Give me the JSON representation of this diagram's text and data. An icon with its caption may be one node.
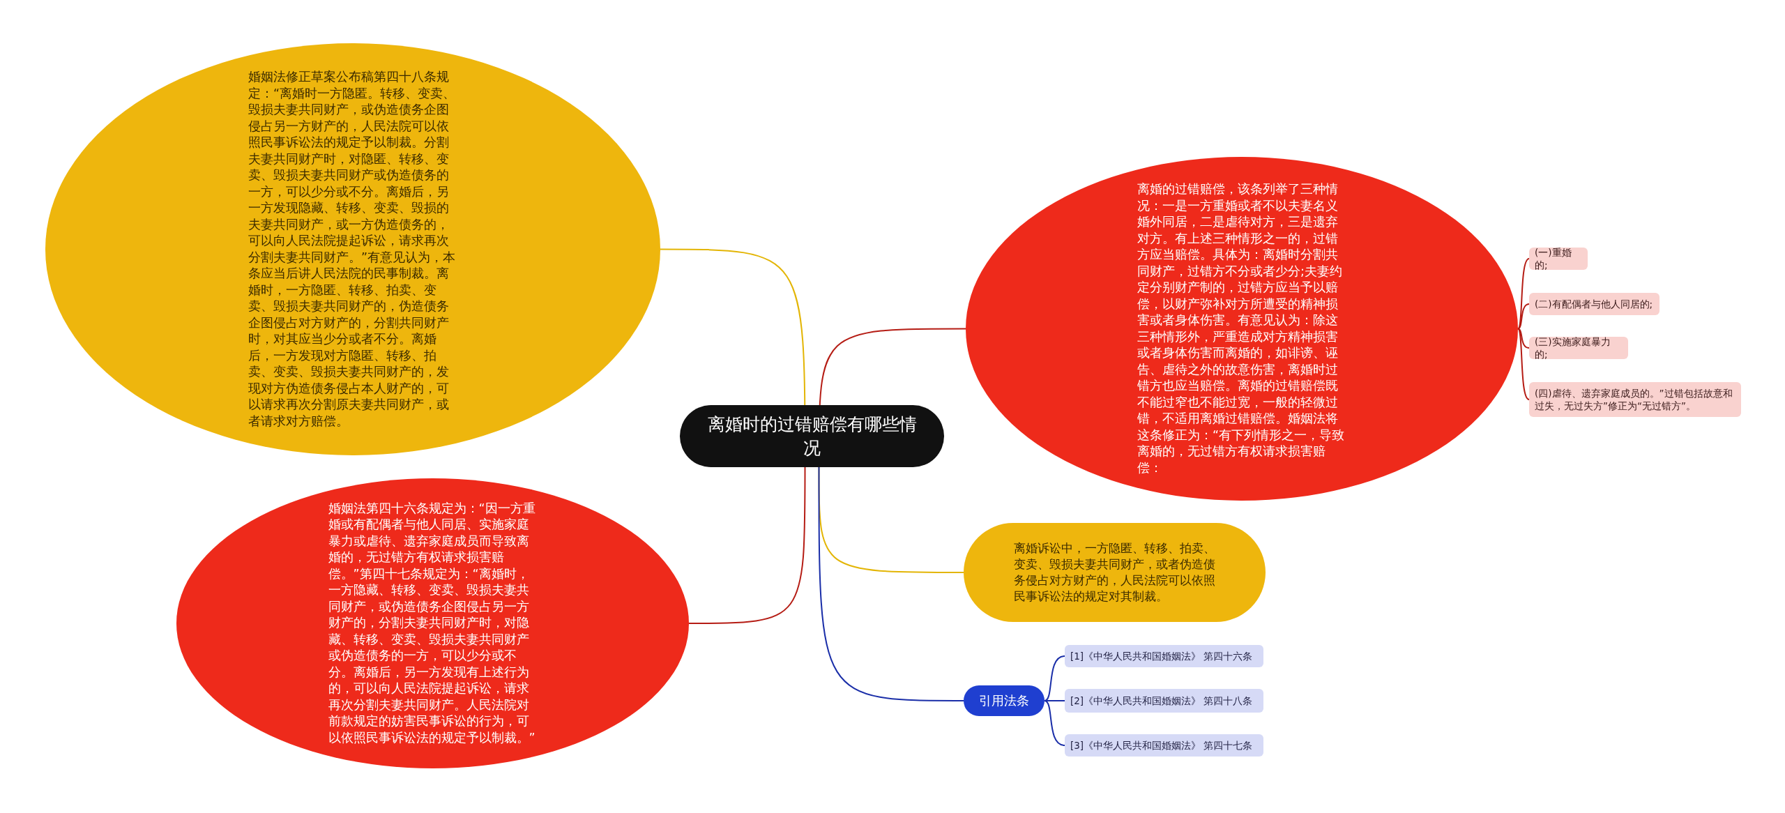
{
  "diagram": {
    "nodes": [
      {
        "text": [
          "离婚时的过错赔偿有哪些情况"
        ]
      },
      {
        "text": [
          "婚姻法修正草案公布稿第四十八条规定：“离婚时一方隐匿。转移、变卖、毁损夫妻共同财产，或伪造债务企图侵占另一方财产的，人民法院可以依照民事诉讼法的规定予以制裁。分割夫妻共同财产时，对隐匿、转移、变卖、毁损夫妻共同财产或伪造债务的一方，可以少分或不分。离婚后，另一方发现隐藏、转移、变卖、毁损的夫妻共同财产，或一方伪造债务的，可以向人民法院提起诉讼，请求再次分割夫妻共同财产。”有意见认为，本条应当后讲人民法院的民事制裁。离婚时，一方隐匿、转移、拍卖、变卖、毁损夫妻共同财产的，伪造债务企图侵占对方财产的，分割共同财产时，对其应当少分或者不分。离婚后，一方发现对方隐匿、转移、拍卖、变卖、毁损夫妻共同财产的，发现对方伪造债务侵占本人财产的，可以请求再次分割原夫妻共同财产，或者请求对方赔偿。"
        ]
      },
      {
        "text": [
          "婚姻法第四十六条规定为：“因一方重婚或有配偶者与他人同居、实施家庭暴力或虐待、遗弃家庭成员而导致离婚的，无过错方有权请求损害赔偿。”第四十七条规定为：“离婚时，一方隐藏、转移、变卖、毁损夫妻共同财产，或伪造债务企图侵占另一方财产的，分割夫妻共同财产时，对隐藏、转移、变卖、毁损夫妻共同财产或伪造债务的一方，可以少分或不分。离婚后，另一方发现有上述行为的，可以向人民法院提起诉讼，请求再次分割夫妻共同财产。人民法院对前款规定的妨害民事诉讼的行为，可以依照民事诉讼法的规定予以制裁。”"
        ]
      },
      {
        "text": [
          "离婚的过错赔偿，该条列举了三种情况：一是一方重婚或者不以夫妻名义婚外同居，二是虐待对方，三是遗弃对方。有上述三种情形之一的，过错方应当赔偿。具体为：离婚时分割共同财产，过错方不分或者少分;夫妻约定分别财产制的，过错方应当予以赔偿，以财产弥补对方所遭受的精神损害或者身体伤害。有意见认为：除这三种情形外，严重造成对方精神损害或者身体伤害而离婚的，如诽谤、诬告、虐待之外的故意伤害，离婚时过错方也应当赔偿。离婚的过错赔偿既不能过窄也不能过宽，一般的轻微过错，不适用离婚过错赔偿。婚姻法将这条修正为：“有下列情形之一，导致离婚的，无过错方有权请求损害赔偿："
        ]
      },
      {
        "text": [
          "(一)重婚的;"
        ]
      },
      {
        "text": [
          "(二)有配偶者与他人同居的;"
        ]
      },
      {
        "text": [
          "(三)实施家庭暴力的;"
        ]
      },
      {
        "text": [
          "(四)虐待、遗弃家庭成员的。”过错包括故意和过失，无过失方”修正为“无过错方”。"
        ]
      },
      {
        "text": [
          "离婚诉讼中，一方隐匿、转移、拍卖、变卖、毁损夫妻共同财产，或者伪造债务侵占对方财产的，人民法院可以依照民事诉讼法的规定对其制裁。"
        ]
      },
      {
        "text": [
          "引用法条"
        ]
      },
      {
        "text": [
          "[1]《中华人民共和国婚姻法》 第四十六条"
        ]
      },
      {
        "text": [
          "[2]《中华人民共和国婚姻法》 第四十八条"
        ]
      },
      {
        "text": [
          "[3]《中华人民共和国婚姻法》 第四十七条"
        ]
      }
    ],
    "edges": [
      {
        "from": 0,
        "to": 1,
        "arrow": "none",
        "color": "#e3b505"
      },
      {
        "from": 0,
        "to": 2,
        "arrow": "none"
      },
      {
        "from": 0,
        "to": 3,
        "arrow": "none"
      },
      {
        "from": 3,
        "to": 4,
        "arrow": "none"
      },
      {
        "from": 3,
        "to": 5,
        "arrow": "none"
      },
      {
        "from": 3,
        "to": 6,
        "arrow": "none"
      },
      {
        "from": 3,
        "to": 7,
        "arrow": "none"
      },
      {
        "from": 0,
        "to": 8,
        "arrow": "none",
        "color": "#e3b505"
      },
      {
        "from": 0,
        "to": 9,
        "arrow": "none",
        "color": "#1a2ea8"
      },
      {
        "from": 9,
        "to": 10,
        "arrow": "none",
        "color": "#1a2ea8"
      },
      {
        "from": 9,
        "to": 11,
        "arrow": "none",
        "color": "#1a2ea8"
      },
      {
        "from": 9,
        "to": 12,
        "arrow": "none",
        "color": "#1a2ea8"
      }
    ]
  }
}
